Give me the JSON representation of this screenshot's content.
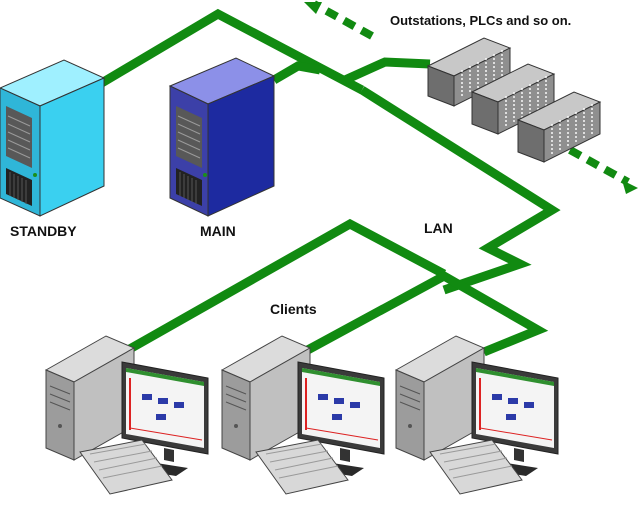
{
  "labels": {
    "standby": "STANDBY",
    "main": "MAIN",
    "lan": "LAN",
    "clients": "Clients",
    "outstations": "Outstations, PLCs and so on."
  },
  "colors": {
    "network": "#118a11",
    "standby_server": "#3ad0f0",
    "main_server": "#4a4fb8",
    "plc_rack": "#8c8c8c",
    "client_case": "#b7b7b7",
    "monitor": "#3a3a3a"
  },
  "icons": {
    "standby": "server-tower-icon",
    "main": "server-tower-icon",
    "outstation": "plc-rack-icon",
    "client": "desktop-computer-icon"
  }
}
